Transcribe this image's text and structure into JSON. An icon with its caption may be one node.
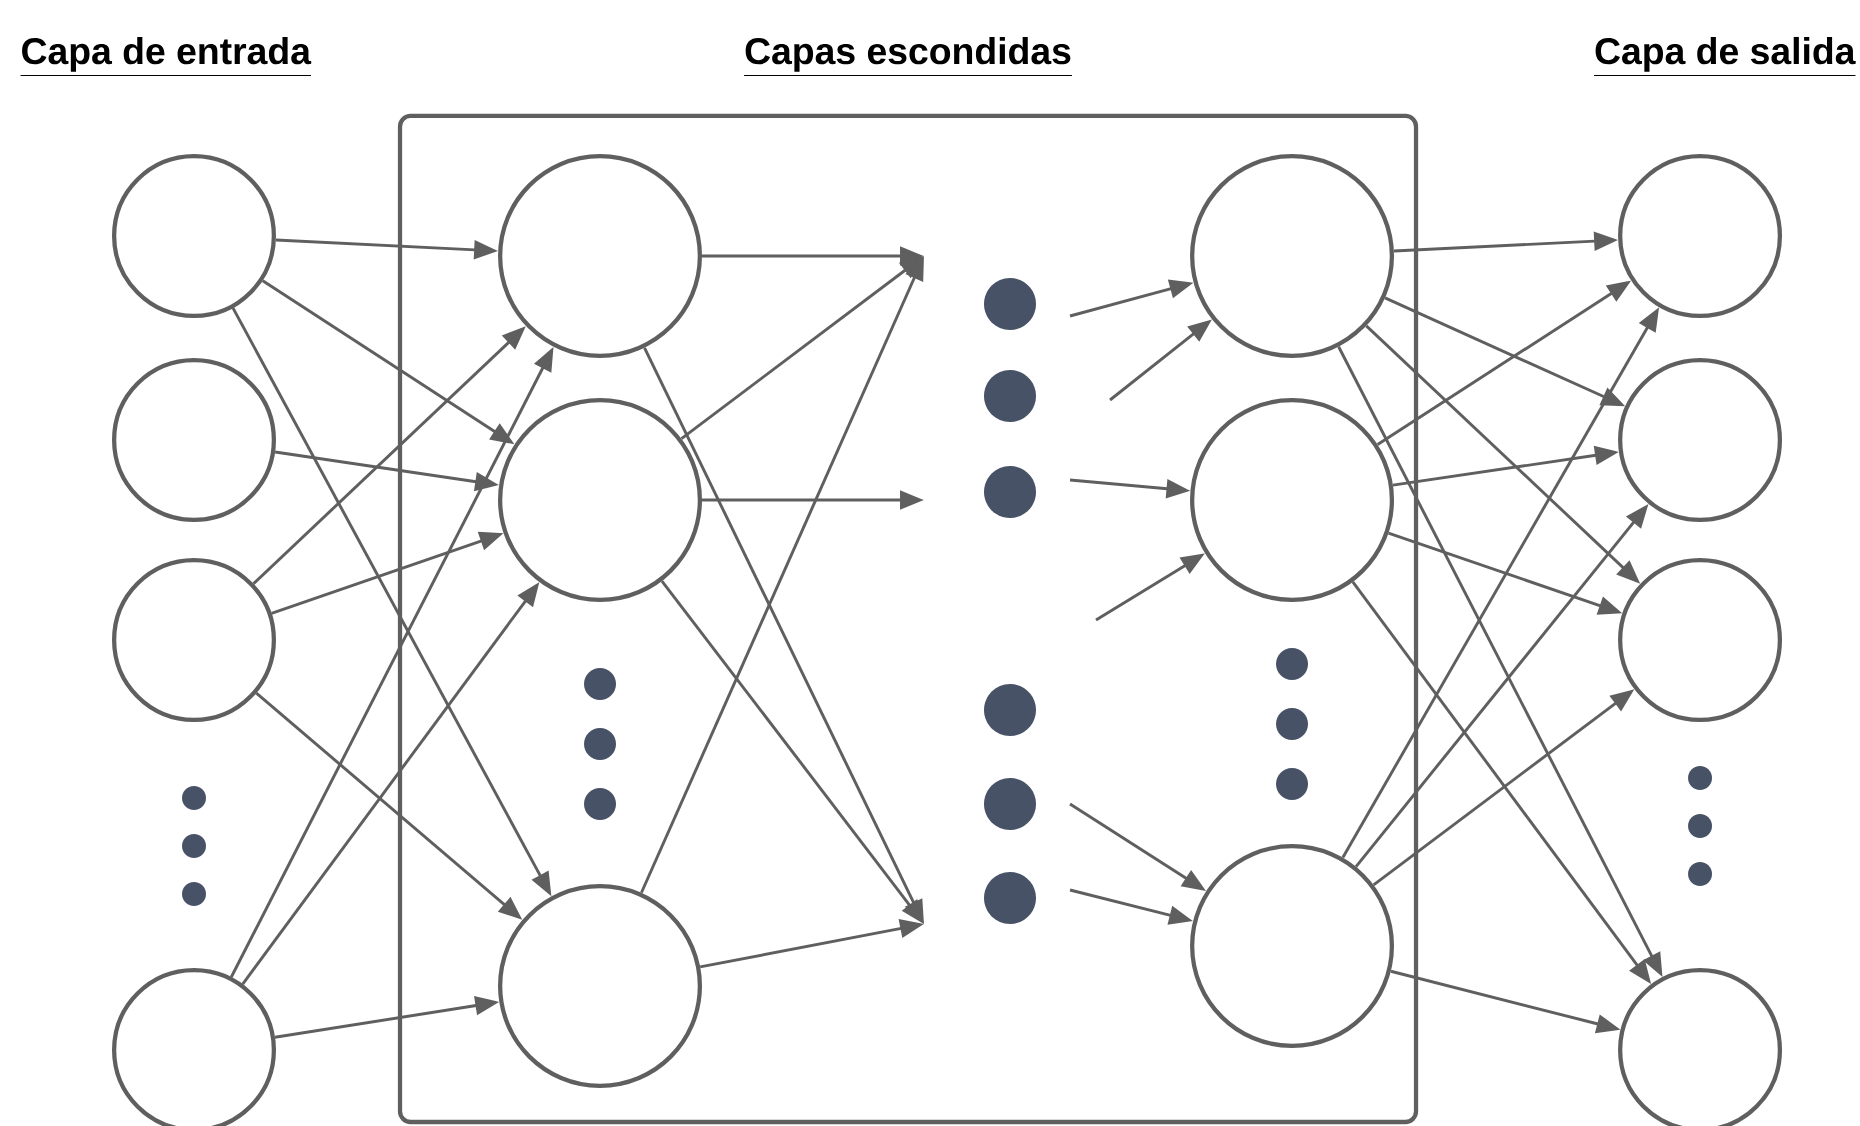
{
  "diagram": {
    "nodes": [
      {
        "text": [],
        "shape": "circle"
      },
      {
        "text": [],
        "shape": "circle"
      },
      {
        "text": [],
        "shape": "circle"
      },
      {
        "text": [],
        "shape": "circle"
      },
      {
        "text": [
          "Capas escondidas"
        ]
      },
      {
        "text": [],
        "shape": "circle",
        "in": 4
      },
      {
        "text": [],
        "shape": "circle",
        "in": 4
      },
      {
        "text": [],
        "shape": "circle",
        "in": 4
      },
      {
        "text": [],
        "shape": "circle",
        "in": 4
      },
      {
        "text": [],
        "shape": "circle",
        "in": 4
      },
      {
        "text": [],
        "shape": "circle",
        "in": 4
      },
      {
        "text": [],
        "shape": "circle"
      },
      {
        "text": [],
        "shape": "circle"
      },
      {
        "text": [],
        "shape": "circle"
      },
      {
        "text": [],
        "shape": "circle"
      }
    ],
    "edges": [
      {
        "from": 0,
        "to": 5,
        "arrow": "to"
      },
      {
        "from": 0,
        "to": 6,
        "arrow": "to"
      },
      {
        "from": 0,
        "to": 7,
        "arrow": "to"
      },
      {
        "from": 1,
        "to": 6,
        "arrow": "to"
      },
      {
        "from": 2,
        "to": 5,
        "arrow": "to"
      },
      {
        "from": 2,
        "to": 6,
        "arrow": "to"
      },
      {
        "from": 2,
        "to": 7,
        "arrow": "to"
      },
      {
        "from": 3,
        "to": 5,
        "arrow": "to"
      },
      {
        "from": 3,
        "to": 6,
        "arrow": "to"
      },
      {
        "from": 3,
        "to": 7,
        "arrow": "to"
      },
      {
        "from": 5,
        "to": null,
        "arrow": "to"
      },
      {
        "from": 5,
        "to": null,
        "arrow": "to"
      },
      {
        "from": 6,
        "to": null,
        "arrow": "to"
      },
      {
        "from": 6,
        "to": null,
        "arrow": "to"
      },
      {
        "from": 6,
        "to": null,
        "arrow": "to"
      },
      {
        "from": 7,
        "to": null,
        "arrow": "to"
      },
      {
        "from": 7,
        "to": null,
        "arrow": "to"
      },
      {
        "from": null,
        "to": 8,
        "arrow": "to"
      },
      {
        "from": null,
        "to": 8,
        "arrow": "to"
      },
      {
        "from": null,
        "to": 9,
        "arrow": "to"
      },
      {
        "from": null,
        "to": 9,
        "arrow": "to"
      },
      {
        "from": null,
        "to": 10,
        "arrow": "to"
      },
      {
        "from": null,
        "to": 10,
        "arrow": "to"
      },
      {
        "from": 8,
        "to": 11,
        "arrow": "to"
      },
      {
        "from": 8,
        "to": 12,
        "arrow": "to"
      },
      {
        "from": 8,
        "to": 13,
        "arrow": "to"
      },
      {
        "from": 8,
        "to": 14,
        "arrow": "to"
      },
      {
        "from": 9,
        "to": 11,
        "arrow": "to"
      },
      {
        "from": 9,
        "to": 12,
        "arrow": "to"
      },
      {
        "from": 9,
        "to": 13,
        "arrow": "to"
      },
      {
        "from": 9,
        "to": 14,
        "arrow": "to"
      },
      {
        "from": 10,
        "to": 11,
        "arrow": "to"
      },
      {
        "from": 10,
        "to": 12,
        "arrow": "to"
      },
      {
        "from": 10,
        "to": 13,
        "arrow": "to"
      },
      {
        "from": 10,
        "to": 14,
        "arrow": "to"
      }
    ],
    "labels": [
      "Capa de entrada",
      "Capa de salida"
    ]
  }
}
